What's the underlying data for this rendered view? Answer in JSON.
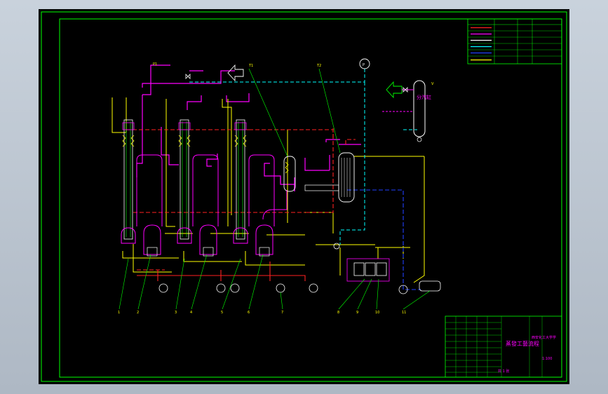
{
  "colors": {
    "background": "#000000",
    "frame": "#00ff00",
    "steam": "#ff00ff",
    "liquid": "#ffff00",
    "condensate": "#ff2020",
    "cooling_water": "#00ffff",
    "vacuum": "#2040ff",
    "equipment": "#ffffff"
  },
  "legend": {
    "rows": 6,
    "columns": 4,
    "line_colors": [
      "#ff2020",
      "#ff00ff",
      "#ffffff",
      "#00ffff",
      "#2040ff",
      "#ffff00"
    ]
  },
  "tags": {
    "steam_top": "P1",
    "evap_top_1": "T1",
    "evap_top_2": "T2",
    "pressure_gauge": "P",
    "separator_tag": "V",
    "separator_name": "分汽缸"
  },
  "leaders": [
    "1",
    "2",
    "3",
    "4",
    "5",
    "6",
    "7",
    "8",
    "9",
    "10",
    "11"
  ],
  "title_block": {
    "school": "西安化工大学学",
    "drawing_title": "蒸發工藝流程",
    "drawing_no": "1:100",
    "sheet": "共 1 张"
  },
  "icons": [
    "pump-icon",
    "arrow-icon",
    "heat-exchanger-icon",
    "evaporator-icon",
    "separator-icon",
    "valve-icon"
  ]
}
